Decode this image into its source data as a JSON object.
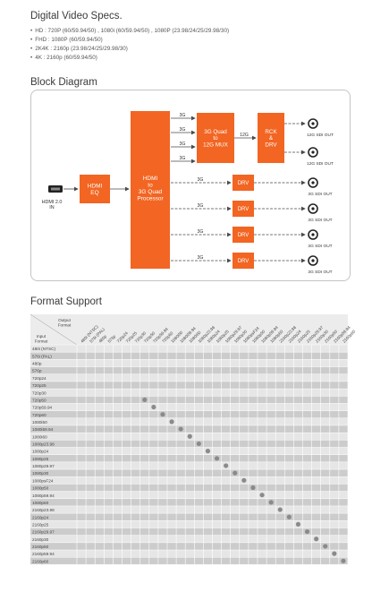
{
  "specs": {
    "title": "Digital Video Specs.",
    "items": [
      "HD : 720P (60/59.94/50) , 1080i (60/59.94/50) , 1080P (23.98/24/25/29.98/30)",
      "FHD : 1080P (60/59.94/50)",
      "2K4K : 2160p (23.98/24/25/29.98/30)",
      "4K : 2160p (60/59.94/50)"
    ]
  },
  "block_diagram": {
    "title": "Block Diagram",
    "input_label": "HDMI 2.0 IN",
    "hdmi_eq": "HDMI EQ",
    "processor": "HDMI to 3G Quad Processor",
    "quad_mux": "3G Quad to 12G MUX",
    "rck_drv": "RCK & DRV",
    "drv": "DRV",
    "link_3g": "3G",
    "link_12g": "12G",
    "out_12g": "12G SDI OUT",
    "out_3g": "3G SDI OUT",
    "colors": {
      "block": "#f26522",
      "line": "#4a4a4a",
      "border": "#c4c4c4"
    }
  },
  "format_support": {
    "title": "Format Support",
    "corner_output": "Output Format",
    "corner_input": "Input Format",
    "output_formats": [
      "480i (NTSC)",
      "576i (PAL)",
      "480p",
      "576p",
      "720p24",
      "720p25",
      "720p30",
      "720p50",
      "720p59.94",
      "720p60",
      "1080i50",
      "1080i59.94",
      "1080i60",
      "1080p23.98",
      "1080p24",
      "1080p25",
      "1080p29.97",
      "1080p30",
      "1080psF24",
      "1080p50",
      "1080p59.94",
      "1080p60",
      "2160p23.98",
      "2160p24",
      "2160p25",
      "2160p29.97",
      "2160p30",
      "2160p50",
      "2160p59.94",
      "2160p60"
    ],
    "input_formats": [
      "480i (NTSC)",
      "576i (PAL)",
      "480p",
      "576p",
      "720p24",
      "720p25",
      "720p30",
      "720p50",
      "720p59.94",
      "720p60",
      "1080i50",
      "1080i59.94",
      "1080i60",
      "1080p23.98",
      "1080p24",
      "1080p25",
      "1080p29.97",
      "1080p30",
      "1080psF24",
      "1080p50",
      "1080p59.94",
      "1080p60",
      "2160p23.98",
      "2160p24",
      "2160p25",
      "2160p29.97",
      "2160p30",
      "2160p50",
      "2160p59.94",
      "2160p60"
    ],
    "supported_row_indices": [
      7,
      8,
      9,
      10,
      11,
      12,
      13,
      14,
      15,
      16,
      17,
      18,
      19,
      20,
      21,
      22,
      23,
      24,
      25,
      26,
      27,
      28,
      29
    ],
    "colors": {
      "row_even": "#e6e6e6",
      "row_odd": "#cccccc",
      "dot": "#8a8a8a"
    }
  }
}
